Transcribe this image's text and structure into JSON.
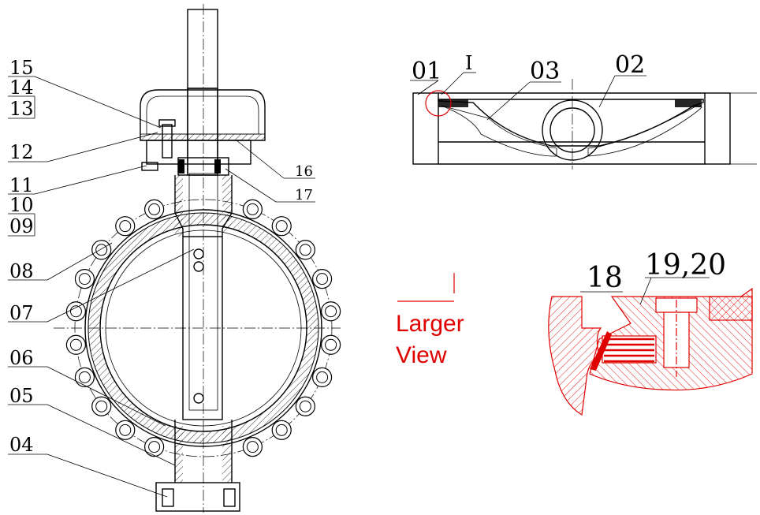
{
  "labels": {
    "p01": "01",
    "p02": "02",
    "p03": "03",
    "p04": "04",
    "p05": "05",
    "p06": "06",
    "p07": "07",
    "p08": "08",
    "p09": "09",
    "p10": "10",
    "p11": "11",
    "p12": "12",
    "p13": "13",
    "p14": "14",
    "p15": "15",
    "p16": "16",
    "p17": "17",
    "p18": "18",
    "p19_20": "19,20",
    "detail_mark": "I"
  },
  "caption": {
    "line1": "Larger",
    "line2": "View"
  },
  "colors": {
    "line": "#000000",
    "detail": "#e00000",
    "background": "#ffffff"
  }
}
